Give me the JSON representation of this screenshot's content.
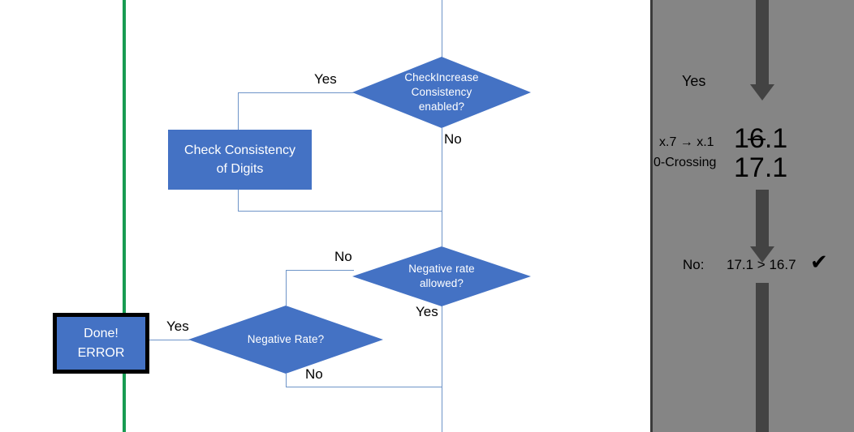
{
  "flowchart": {
    "decision_check_increase": {
      "label": "CheckIncrease\nConsistency\nenabled?",
      "yes_label": "Yes",
      "no_label": "No"
    },
    "process_check_consistency": {
      "label": "Check Consistency\nof Digits"
    },
    "decision_negative_rate_allowed": {
      "label": "Negative rate\nallowed?",
      "no_label": "No",
      "yes_label": "Yes"
    },
    "decision_negative_rate": {
      "label": "Negative Rate?",
      "no_label": "No"
    },
    "terminator_done_error": {
      "line1": "Done!",
      "line2": "ERROR",
      "yes_label": "Yes"
    },
    "colors": {
      "shape_fill": "#4472C4",
      "connector": "#6E94C8",
      "separator": "#189B52",
      "terminator_border": "#000000"
    }
  },
  "annotation_panel": {
    "yes_label": "Yes",
    "rule_label_line1": "x.7 → x.1",
    "rule_label_line2": "0-Crossing",
    "value_before": "16.1",
    "value_after": "17.1",
    "comparison_prefix": "No:",
    "comparison_expr": "17.1 > 16.7",
    "comparison_mark": "✔",
    "colors": {
      "panel_bg": "#858585",
      "arrow": "#434343",
      "panel_border": "#3B3B3B"
    }
  }
}
